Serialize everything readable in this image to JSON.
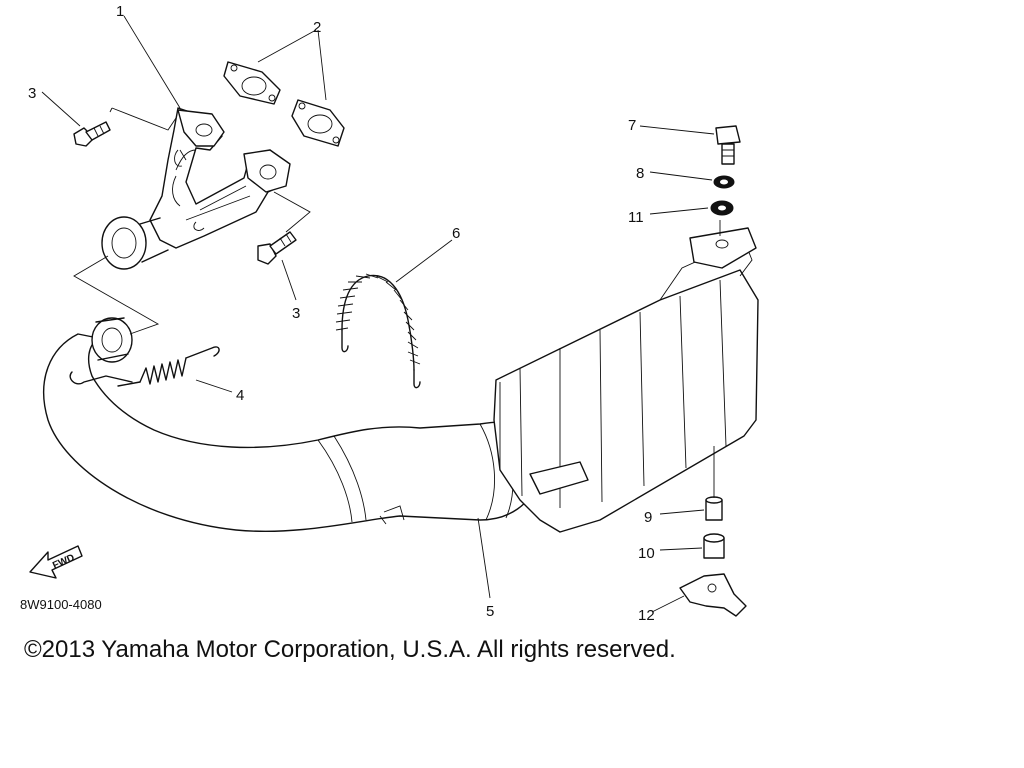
{
  "callouts": {
    "c1": "1",
    "c2": "2",
    "c3a": "3",
    "c3b": "3",
    "c4": "4",
    "c5": "5",
    "c6": "6",
    "c7": "7",
    "c8": "8",
    "c9": "9",
    "c10": "10",
    "c11": "11",
    "c12": "12"
  },
  "fwd_label": "FWD",
  "diagram_code": "8W9100-4080",
  "copyright": "©2013 Yamaha Motor Corporation, U.S.A. All rights reserved."
}
